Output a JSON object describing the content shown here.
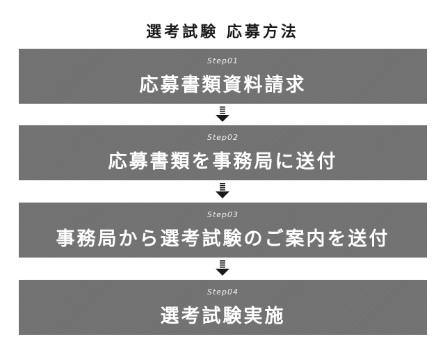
{
  "title": "選考試験 応募方法",
  "steps": [
    {
      "label": "Step01",
      "text": "応募書類資料請求"
    },
    {
      "label": "Step02",
      "text": "応募書類を事務局に送付"
    },
    {
      "label": "Step03",
      "text": "事務局から選考試験のご案内を送付"
    },
    {
      "label": "Step04",
      "text": "選考試験実施"
    }
  ],
  "colors": {
    "step_background": "#6f6f6f",
    "step_text": "#ffffff",
    "arrow": "#1a1a1a",
    "title": "#1a1a1a"
  },
  "icons": {
    "connector": "down-arrow-icon"
  }
}
